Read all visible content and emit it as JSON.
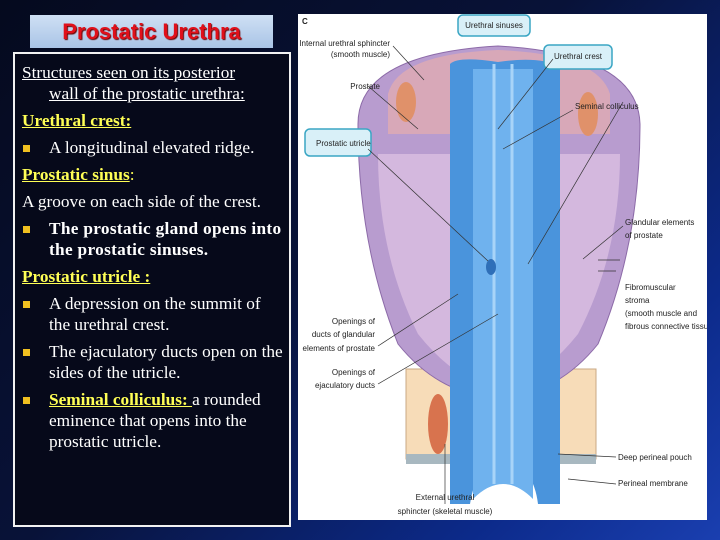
{
  "title": "Prostatic Urethra",
  "panel": {
    "intro_line1": "Structures seen on its posterior",
    "intro_line2": "wall of the prostatic urethra:",
    "crest_heading": "Urethral crest:",
    "crest_bullet": "A longitudinal  elevated ridge.",
    "sinus_heading": "Prostatic sinus",
    "sinus_colon": ":",
    "sinus_text": "A groove on each side of the crest.",
    "sinus_bullet": "The prostatic gland opens into the prostatic sinuses.",
    "utricle_heading": "Prostatic utricle :",
    "utricle_bullets": [
      "A depression on the summit of the urethral crest.",
      "The ejaculatory ducts open on the sides of the utricle."
    ],
    "colliculus_heading": "Seminal colliculus: ",
    "colliculus_text": "a rounded eminence that opens into  the prostatic utricle."
  },
  "figure": {
    "panel_letter": "C",
    "labels": {
      "urethral_sinuses": "Urethral sinuses",
      "urethral_crest": "Urethral crest",
      "internal_sphincter_1": "Internal urethral sphincter",
      "internal_sphincter_2": "(smooth muscle)",
      "prostate": "Prostate",
      "seminal_colliculus": "Seminal colliculus",
      "prostatic_utricle": "Prostatic utricle",
      "glandular_1": "Glandular elements",
      "glandular_2": "of prostate",
      "fibro_1": "Fibromuscular",
      "fibro_2": "stroma",
      "fibro_3": "(smooth muscle and",
      "fibro_4": "fibrous connective tissue)",
      "openings_glandular_1": "Openings of",
      "openings_glandular_2": "ducts of glandular",
      "openings_glandular_3": "elements of prostate",
      "openings_ejac_1": "Openings of",
      "openings_ejac_2": "ejaculatory ducts",
      "deep_pouch": "Deep perineal pouch",
      "perineal_membrane": "Perineal membrane",
      "external_sphincter_1": "External urethral",
      "external_sphincter_2": "sphincter (skeletal muscle)"
    }
  },
  "colors": {
    "title_text": "#e0101a",
    "heading": "#ffff55",
    "bullet": "#f0c020"
  }
}
